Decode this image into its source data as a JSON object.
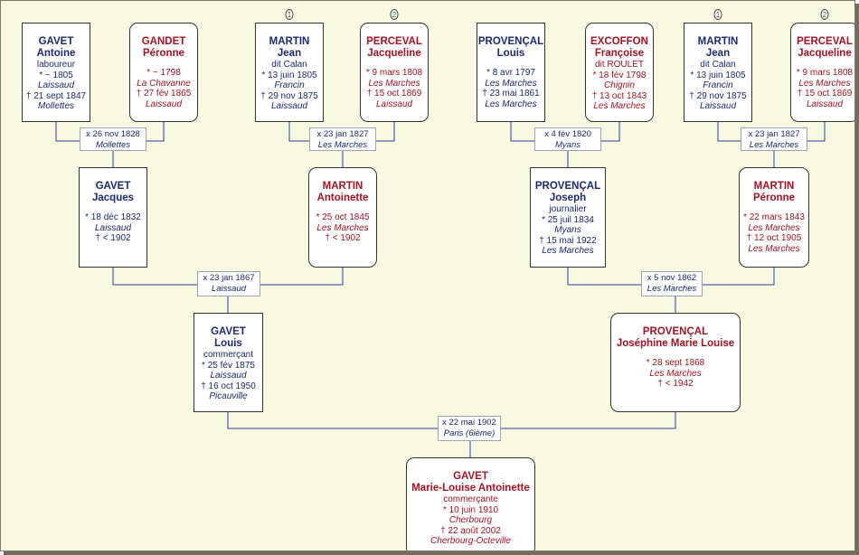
{
  "people": {
    "p1": {
      "surname": "GAVET",
      "given": "Antoine",
      "occupation": "laboureur",
      "birth": "* ~ 1805",
      "birth_place": "Laissaud",
      "death": "† 21 sept 1847",
      "death_place": "Mollettes"
    },
    "p2": {
      "surname": "GANDET",
      "given": "Péronne",
      "birth": "* ~ 1798",
      "birth_place": "La Chavanne",
      "death": "† 27 fév 1865",
      "death_place": "Laissaud"
    },
    "p3": {
      "surname": "MARTIN",
      "given": "Jean",
      "occupation": "dit Calan",
      "birth": "* 13 juin 1805",
      "birth_place": "Francin",
      "death": "† 29 nov 1875",
      "death_place": "Laissaud"
    },
    "p4": {
      "surname": "PERCEVAL",
      "given": "Jacqueline",
      "birth": "* 9 mars 1808",
      "birth_place": "Les Marches",
      "death": "† 15 oct 1869",
      "death_place": "Laissaud"
    },
    "p5": {
      "surname": "PROVENÇAL",
      "given": "Louis",
      "birth": "* 8 avr 1797",
      "birth_place": "Les Marches",
      "death": "† 23 mai 1861",
      "death_place": "Les Marches"
    },
    "p6": {
      "surname": "EXCOFFON",
      "given": "Françoise",
      "occupation": "dit ROULET",
      "birth": "* 18 fév 1798",
      "birth_place": "Chignin",
      "death": "† 13 oct 1843",
      "death_place": "Les Marches"
    },
    "p7": {
      "surname": "MARTIN",
      "given": "Jean",
      "occupation": "dit Calan",
      "birth": "* 13 juin 1805",
      "birth_place": "Francin",
      "death": "† 29 nov 1875",
      "death_place": "Laissaud"
    },
    "p8": {
      "surname": "PERCEVAL",
      "given": "Jacqueline",
      "birth": "* 9 mars 1808",
      "birth_place": "Les Marches",
      "death": "† 15 oct 1869",
      "death_place": "Laissaud"
    },
    "q1": {
      "surname": "GAVET",
      "given": "Jacques",
      "birth": "* 18 déc 1832",
      "birth_place": "Laissaud",
      "death": "† < 1902"
    },
    "q2": {
      "surname": "MARTIN",
      "given": "Antoinette",
      "birth": "* 25 oct 1845",
      "birth_place": "Les Marches",
      "death": "† < 1902"
    },
    "q3": {
      "surname": "PROVENÇAL",
      "given": "Joseph",
      "occupation": "journalier",
      "birth": "* 25 juil 1834",
      "birth_place": "Myans",
      "death": "† 15 mai 1922",
      "death_place": "Les Marches"
    },
    "q4": {
      "surname": "MARTIN",
      "given": "Péronne",
      "birth": "* 22 mars 1843",
      "birth_place": "Les Marches",
      "death": "† 12 oct 1905",
      "death_place": "Les Marches"
    },
    "r1": {
      "surname": "GAVET",
      "given": "Louis",
      "occupation": "commerçant",
      "birth": "* 25 fév 1875",
      "birth_place": "Laissaud",
      "death": "† 16 oct 1950",
      "death_place": "Picauville"
    },
    "r2": {
      "surname": "PROVENÇAL",
      "given": "Joséphine Marie Louise",
      "birth": "* 28 sept 1868",
      "birth_place": "Les Marches",
      "death": "† < 1942"
    },
    "s1": {
      "surname": "GAVET",
      "given": "Marie-Louise Antoinette",
      "occupation": "commerçante",
      "birth": "* 10 juin 1910",
      "birth_place": "Cherbourg",
      "death": "† 22 août 2002",
      "death_place": "Cherbourg-Octeville"
    }
  },
  "marriages": {
    "m1": {
      "date": "x 26 nov 1828",
      "place": "Mollettes"
    },
    "m2": {
      "date": "x 23 jan 1827",
      "place": "Les Marches"
    },
    "m3": {
      "date": "x 4 fév 1820",
      "place": "Myans"
    },
    "m4": {
      "date": "x 23 jan 1827",
      "place": "Les Marches"
    },
    "m5": {
      "date": "x 23 jan 1867",
      "place": "Laissaud"
    },
    "m6": {
      "date": "x 5 nov 1862",
      "place": "Les Marches"
    },
    "m7": {
      "date": "x 22 mai 1902",
      "place": "Paris (6ième)"
    }
  },
  "markers": {
    "k1": {
      "label": "1",
      "color": "#b01a1a",
      "icon": "implex-marker-icon"
    },
    "k2": {
      "label": "2",
      "color": "#1a8a1a",
      "icon": "implex-marker-icon"
    },
    "k3": {
      "label": "1",
      "color": "#b01a1a",
      "icon": "implex-marker-icon"
    },
    "k4": {
      "label": "2",
      "color": "#1a8a1a",
      "icon": "implex-marker-icon"
    }
  },
  "colors": {
    "male": "#1c2a6f",
    "female": "#a31424",
    "background": "#f9f9e1",
    "line": "#2b3f9a"
  }
}
